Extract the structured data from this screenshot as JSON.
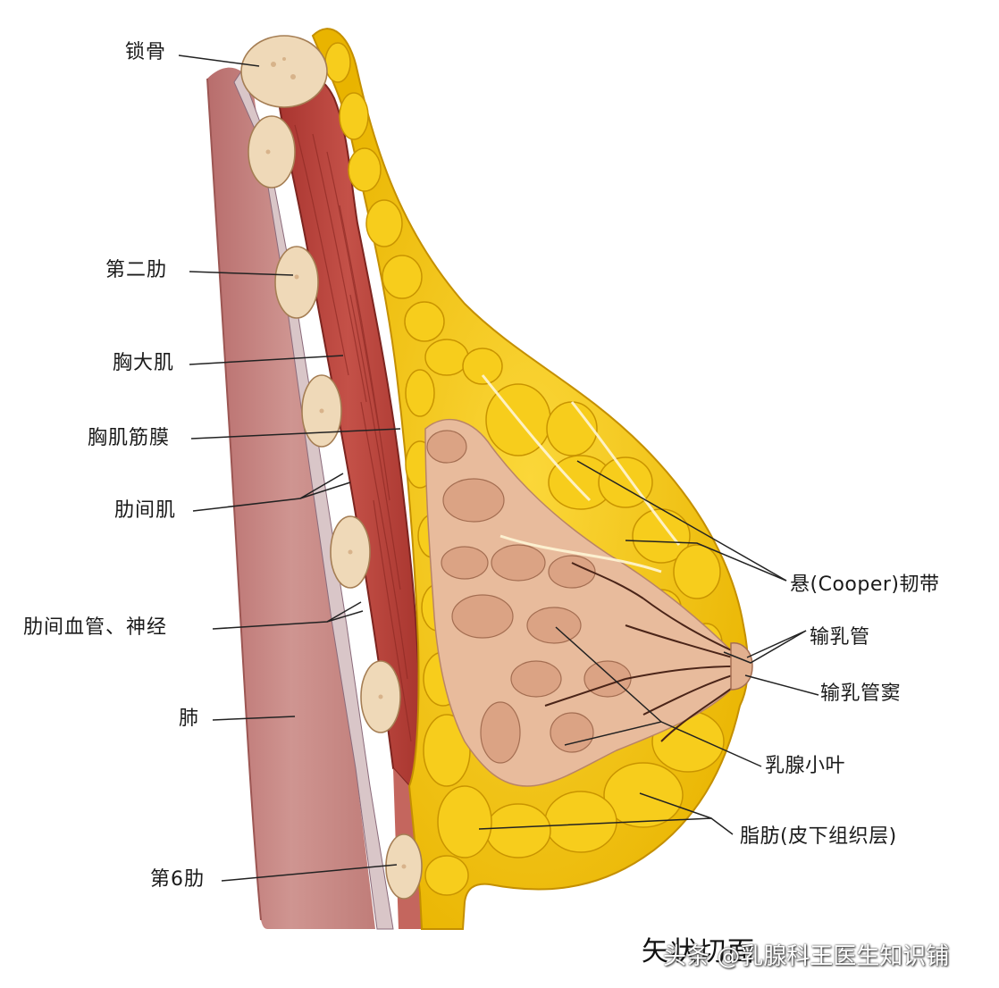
{
  "labels": {
    "clavicle": "锁骨",
    "second_rib": "第二肋",
    "pectoralis_major": "胸大肌",
    "pectoral_fascia": "胸肌筋膜",
    "intercostal_muscle": "肋间肌",
    "intercostal_vessels": "肋间血管、神经",
    "lung": "肺",
    "sixth_rib": "第6肋",
    "cooper_ligament": "悬(Cooper)韧带",
    "lactiferous_duct": "输乳管",
    "lactiferous_sinus": "输乳管窦",
    "lobule": "乳腺小叶",
    "fat": "脂肪(皮下组织层)"
  },
  "caption": "矢状切面",
  "watermark": "头条 @乳腺科王医生知识铺",
  "colors": {
    "lung": "#c98a86",
    "muscle": "#b5433c",
    "fat": "#f2c20f",
    "gland": "#e3b59a",
    "bone": "#efd9b8",
    "leader": "#222222"
  }
}
